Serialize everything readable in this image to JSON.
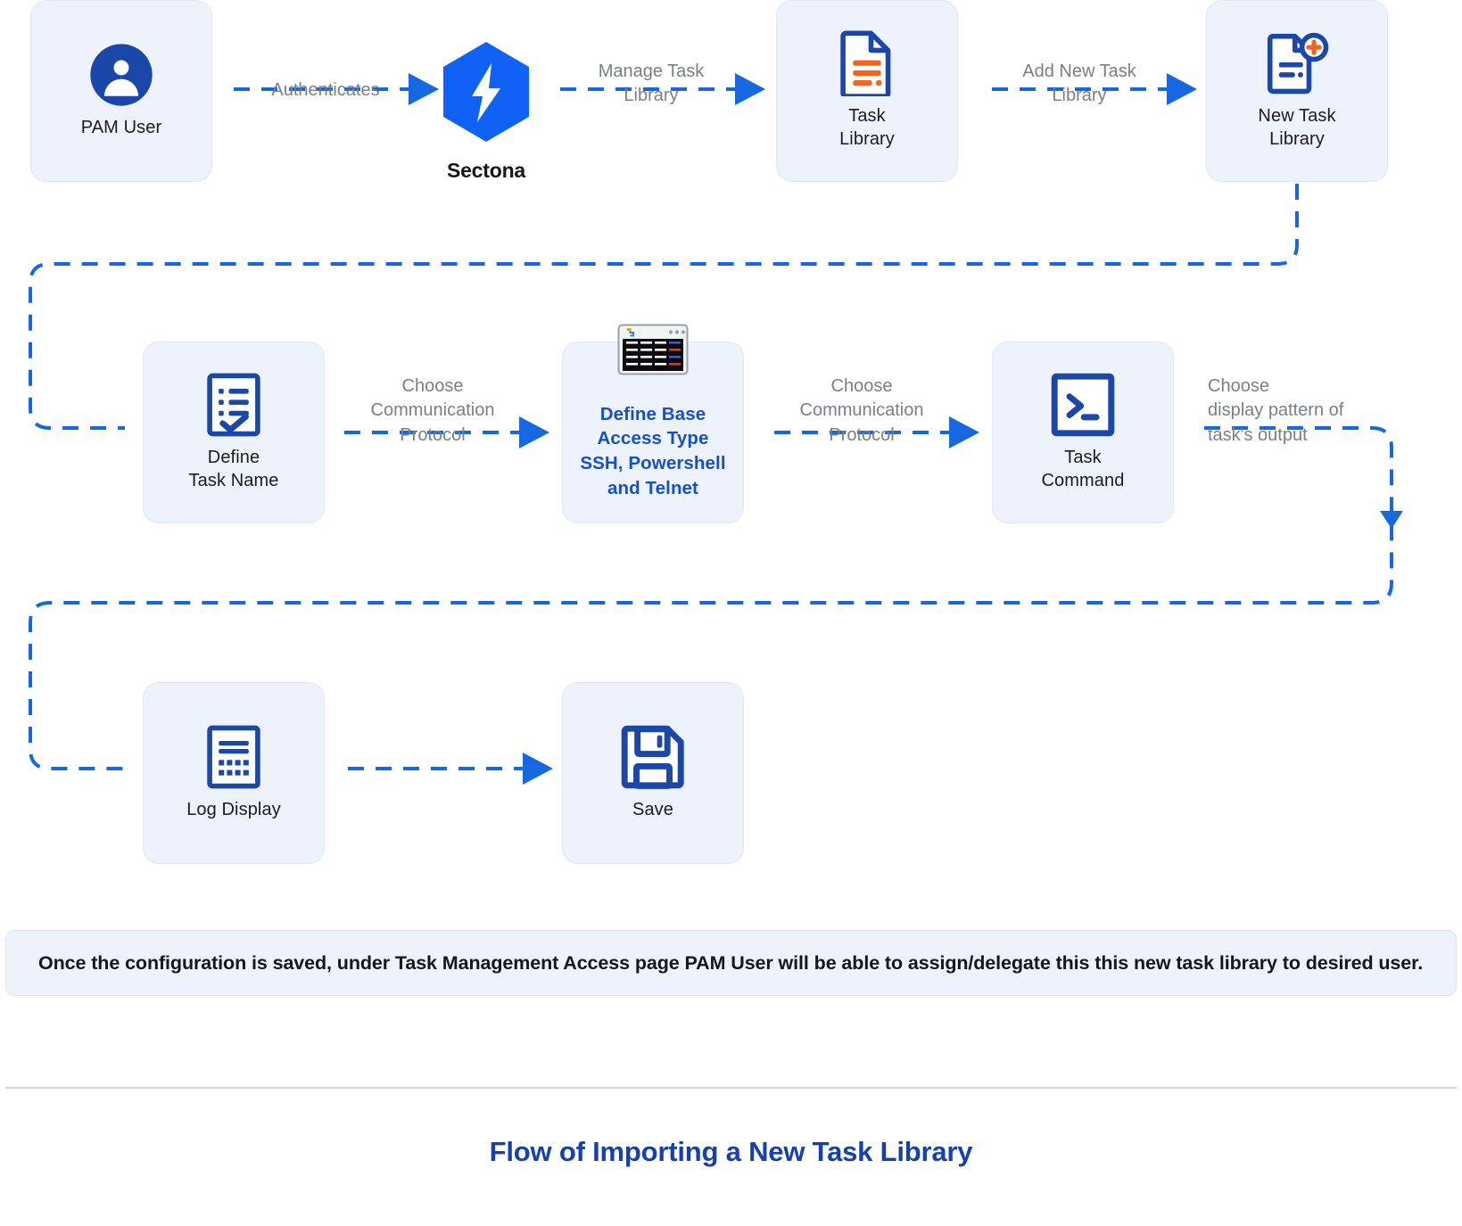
{
  "diagram": {
    "title": "Flow of Importing a New Task Library",
    "note": "Once the configuration is saved, under Task Management Access page PAM User will be able to assign/delegate this this new task library to desired user.",
    "brand": {
      "name": "Sectona",
      "logo_icon": "sectona-hexagon-bolt-logo",
      "hex_color": "#1062f6",
      "bolt_color": "#ffffff"
    },
    "colors": {
      "node_fill": "#eef2fc",
      "node_border": "#e2e6f0",
      "icon_blue": "#1a47a8",
      "icon_orange": "#f4641e",
      "connector_blue": "#1667e0",
      "label_gray": "#7a7e87",
      "accent_text": "#1550c8",
      "title_blue": "#1641ad"
    },
    "nodes": [
      {
        "id": "pam-user",
        "label": "PAM User",
        "icon": "user-avatar-icon"
      },
      {
        "id": "task-library",
        "label": "Task\nLibrary",
        "icon": "document-list-icon"
      },
      {
        "id": "new-task-library",
        "label": "New Task\nLibrary",
        "icon": "document-add-icon"
      },
      {
        "id": "define-task-name",
        "label": "Define\nTask Name",
        "icon": "checklist-document-icon"
      },
      {
        "id": "define-base-access-type",
        "label": "Define Base\nAccess Type\nSSH, Powershell\nand Telnet",
        "icon": "terminal-window-icon",
        "accent": true
      },
      {
        "id": "task-command",
        "label": "Task\nCommand",
        "icon": "command-prompt-icon"
      },
      {
        "id": "log-display",
        "label": "Log Display",
        "icon": "log-document-icon"
      },
      {
        "id": "save",
        "label": "Save",
        "icon": "floppy-disk-save-icon"
      }
    ],
    "edges": [
      {
        "id": "authenticates",
        "label": "Authenticates"
      },
      {
        "id": "manage-task-library",
        "label": "Manage Task\nLibrary"
      },
      {
        "id": "add-new-task-library",
        "label": "Add New Task\nLibrary"
      },
      {
        "id": "choose-communication-protocol-1",
        "label": "Choose\nCommunication\nProtocol"
      },
      {
        "id": "choose-communication-protocol-2",
        "label": "Choose\nCommunication\nProtocol"
      },
      {
        "id": "choose-display-pattern",
        "label": "Choose\ndisplay pattern of\ntask's output"
      }
    ]
  }
}
